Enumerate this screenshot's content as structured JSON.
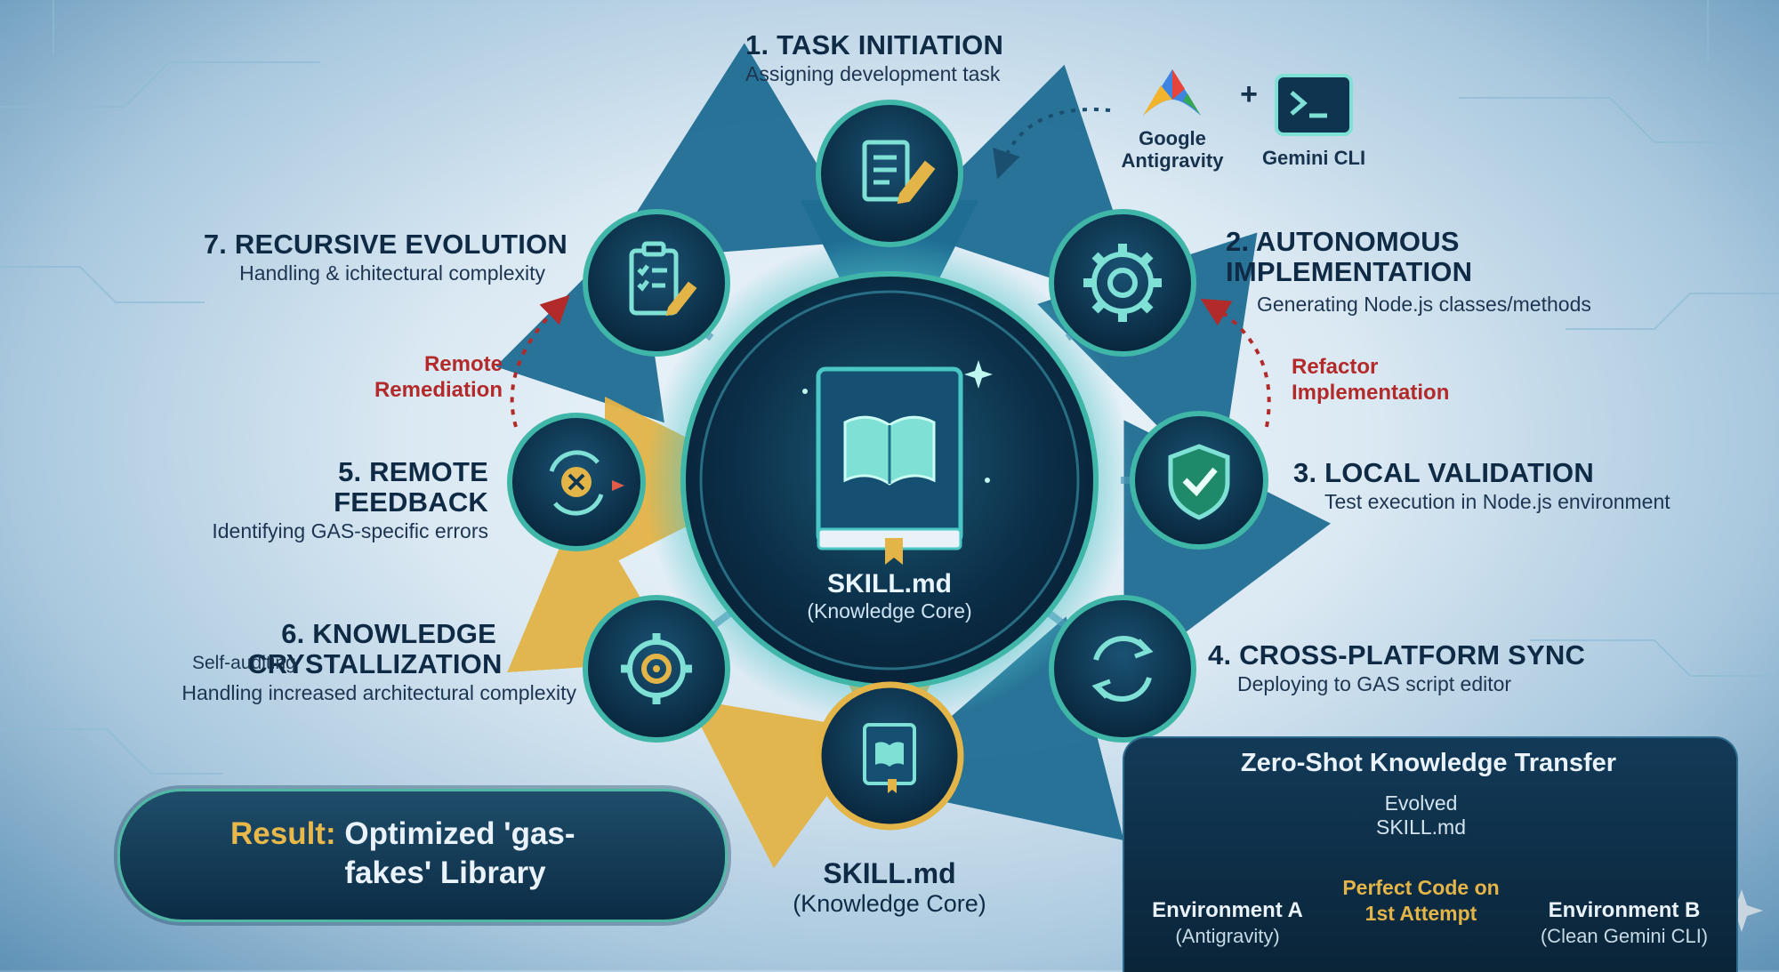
{
  "colors": {
    "node_fill": "#0d3550",
    "node_ring": "#3fb6a8",
    "arrow_blue": "#3f88ad",
    "arrow_gold": "#e3b447",
    "feedback_red": "#b22a2a",
    "panel_dark": "#0c2c45"
  },
  "top_tools": {
    "left_name": "Google Antigravity",
    "right_name": "Gemini CLI",
    "plus": "+",
    "left_icon": "antigravity-logo-icon",
    "right_icon": "terminal-icon"
  },
  "steps": [
    {
      "title": "1. TASK INITIATION",
      "subtitle": "Assigning development task",
      "icon": "document-edit-icon"
    },
    {
      "title": "2. AUTONOMOUS IMPLEMENTATION",
      "subtitle": "Generating Node.js classes/methods",
      "icon": "gear-icon"
    },
    {
      "title": "3. LOCAL VALIDATION",
      "subtitle": "Test execution in Node.js environment",
      "icon": "shield-check-icon"
    },
    {
      "title": "4. CROSS-PLATFORM SYNC",
      "subtitle": "Deploying to GAS script editor",
      "icon": "sync-icon"
    },
    {
      "title": "SKILL.md",
      "subtitle": "(Knowledge Core)",
      "icon": "book-icon"
    },
    {
      "title": "5. REMOTE FEEDBACK",
      "subtitle": "Identifying GAS-specific errors",
      "icon": "error-cycle-icon"
    },
    {
      "title": "6. KNOWLEDGE CRYSTALLIZATION",
      "prefix": "Self-auditing",
      "subtitle": "Handling increased architectural complexity",
      "icon": "target-gear-icon"
    },
    {
      "title": "7. RECURSIVE EVOLUTION",
      "subtitle": "Handling & ichitectural complexity",
      "icon": "clipboard-edit-icon"
    }
  ],
  "feedback_loops": {
    "left": "Remote Remediation",
    "right": "Refactor Implementation"
  },
  "core": {
    "title": "SKILL.md",
    "subtitle": "(Knowledge Core)",
    "icon": "open-book-icon"
  },
  "result": {
    "label": "Result:",
    "text": "Optimized 'gas-fakes' Library",
    "icon": "checkmark-circle-icon",
    "files_icon": "folder-flow-icon"
  },
  "zero_shot": {
    "title": "Zero-Shot Knowledge Transfer",
    "transfer_label": "Evolved SKILL.md",
    "result_label": "Perfect Code on 1st Attempt",
    "env_a": {
      "name": "Environment A",
      "detail": "(Antigravity)"
    },
    "env_b": {
      "name": "Environment B",
      "detail": "(Clean Gemini CLI)"
    }
  }
}
